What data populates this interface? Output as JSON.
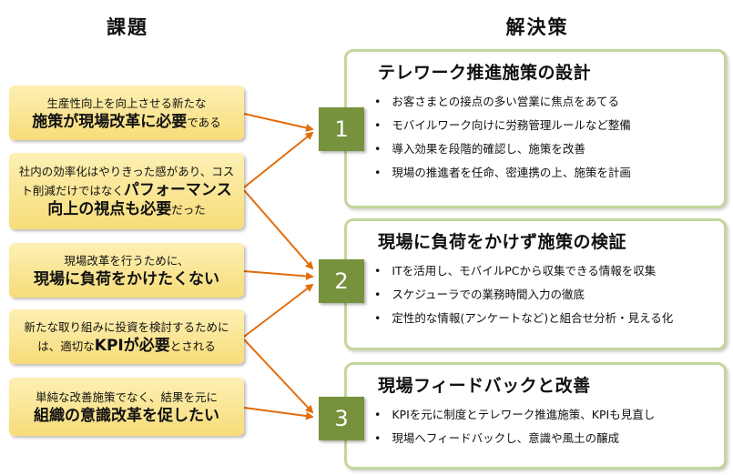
{
  "headers": {
    "left": "課題",
    "right": "解決策"
  },
  "issues": [
    {
      "pre": "生産性向上を向上させる新たな",
      "em": "施策が現場改革に必要",
      "post": "である"
    },
    {
      "pre": "社内の効率化はやりきった感があり、コスト削減だけではなく",
      "em": "パフォーマンス向上の視点も必要",
      "post": "だった"
    },
    {
      "pre": "現場改革を行うために、",
      "em": "現場に負荷をかけたくない",
      "post": ""
    },
    {
      "pre": "新たな取り組みに投資を検討するためには、適切な",
      "em": "KPIが必要",
      "post": "とされる"
    },
    {
      "pre": "単純な改善施策でなく、結果を元に",
      "em": "組織の意識改革を促したい",
      "post": ""
    }
  ],
  "solutions": [
    {
      "number": "1",
      "title": "テレワーク推進施策の設計",
      "items": [
        "お客さまとの接点の多い営業に焦点をあてる",
        "モバイルワーク向けに労務管理ルールなど整備",
        "導入効果を段階的確認し、施策を改善",
        "現場の推進者を任命、密連携の上、施策を計画"
      ]
    },
    {
      "number": "2",
      "title": "現場に負荷をかけず施策の検証",
      "items": [
        "ITを活用し、モバイルPCから収集できる情報を収集",
        "スケジューラでの業務時間入力の徹底",
        "定性的な情報(アンケートなど)と組合せ分析・見える化"
      ]
    },
    {
      "number": "3",
      "title": "現場フィードバックと改善",
      "items": [
        "KPIを元に制度とテレワーク推進施策、KPIも見直し",
        "現場へフィードバックし、意識や風土の醸成"
      ]
    }
  ],
  "colors": {
    "arrow": "#e36c0a",
    "number_box": "#76923c",
    "solution_border": "#c3d69b",
    "issue_fill": "#f7dc79"
  }
}
